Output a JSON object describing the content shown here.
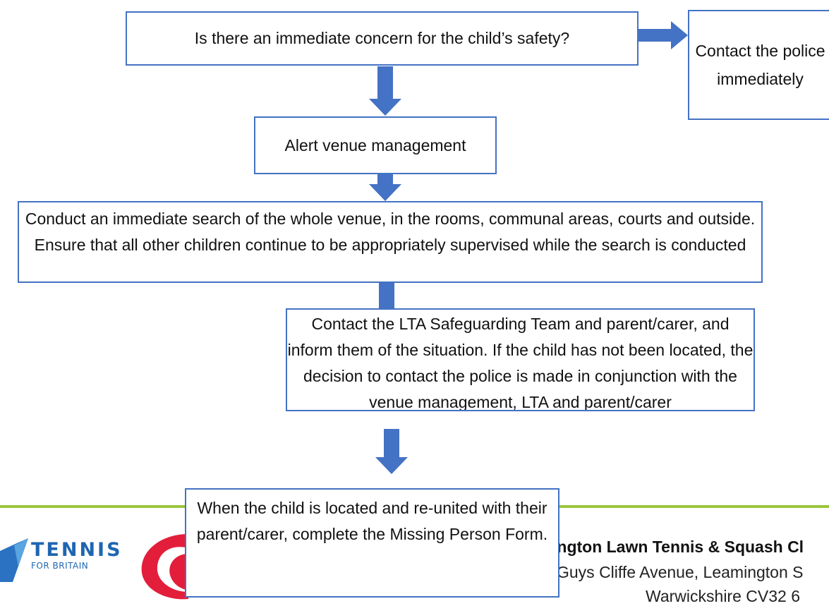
{
  "flowchart": {
    "steps": [
      "Is there an immediate concern for the child’s safety?",
      "Contact the police immediately",
      "Alert venue management",
      "Conduct an immediate search of the whole venue, in the rooms, communal areas, courts and outside. Ensure that all other children continue to be appropriately supervised while the search is conducted",
      "Contact the LTA Safeguarding Team and parent/carer, and inform them of the situation. If the child has not been located, the decision to contact the police is made in conjunction with the venue management, LTA and parent/carer",
      "When the child is located and re-united with their parent/carer, complete the Missing Person Form."
    ]
  },
  "footer": {
    "tennis_logo_word": "TENNIS",
    "tennis_logo_sub": "FOR BRITAIN",
    "club_name": "ington Lawn Tennis & Squash Cl",
    "club_address_line1": "Guys Cliffe Avenue, Leamington S",
    "club_address_line2": "Warwickshire CV32 6"
  },
  "colors": {
    "box_border": "#4472c4",
    "arrow_fill": "#4472c4",
    "footer_line": "#9bc53d",
    "tennis_logo": "#1f66b1",
    "red_logo": "#e31e3a"
  },
  "icons": {
    "tennis_logo": "tennis-for-britain-logo",
    "red_logo": "red-swirl-logo"
  }
}
